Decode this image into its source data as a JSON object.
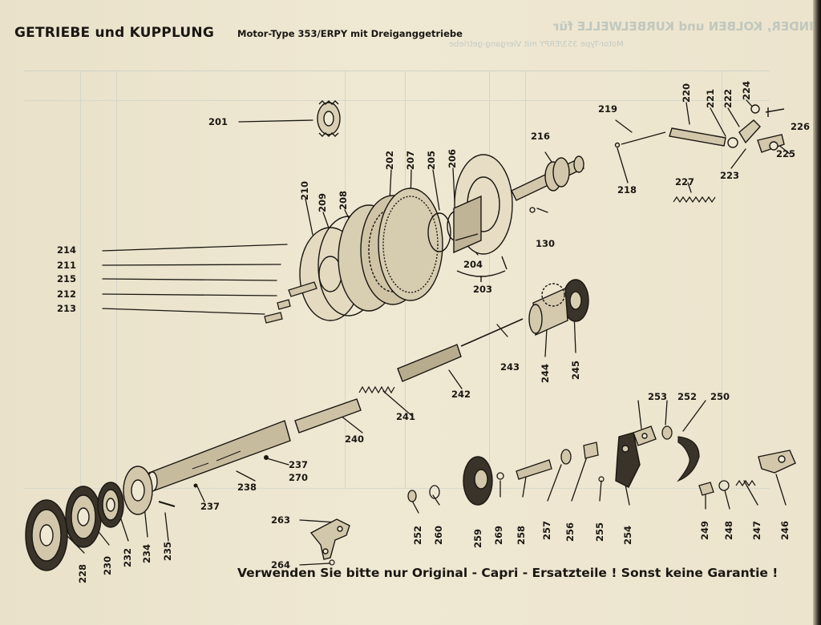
{
  "header": {
    "title": "GETRIEBE und KUPPLUNG",
    "subtitle": "Motor-Type 353/ERPY mit Dreiganggetriebe",
    "mirrored_title": "ZYLINDER, KOLBEN und KURBELWELLE für",
    "mirrored_subtitle": "Motor-Type 353/ERPY mit Viergang-getriebe"
  },
  "labels": {
    "p201": "201",
    "p202": "202",
    "p203": "203",
    "p204": "204",
    "p205": "205",
    "p206": "206",
    "p207": "207",
    "p208": "208",
    "p209": "209",
    "p210": "210",
    "p211": "211",
    "p212": "212",
    "p213": "213",
    "p214": "214",
    "p215": "215",
    "p216": "216",
    "p218": "218",
    "p219": "219",
    "p220": "220",
    "p221": "221",
    "p222": "222",
    "p223": "223",
    "p224": "224",
    "p225": "225",
    "p226": "226",
    "p227": "227",
    "p228": "228",
    "p230": "230",
    "p232": "232",
    "p234": "234",
    "p235": "235",
    "p237a": "237",
    "p237b": "237",
    "p238": "238",
    "p240": "240",
    "p241": "241",
    "p242": "242",
    "p243": "243",
    "p244": "244",
    "p245": "245",
    "p246": "246",
    "p247": "247",
    "p248": "248",
    "p249": "249",
    "p250": "250",
    "p252a": "252",
    "p252b": "252",
    "p253": "253",
    "p254": "254",
    "p255": "255",
    "p256": "256",
    "p257": "257",
    "p258": "258",
    "p259": "259",
    "p260": "260",
    "p263": "263",
    "p264": "264",
    "p269": "269",
    "p270": "270",
    "p130": "130"
  },
  "footer": {
    "notice": "Verwenden Sie bitte nur Original - Capri - Ersatzteile ! Sonst keine Garantie !"
  }
}
